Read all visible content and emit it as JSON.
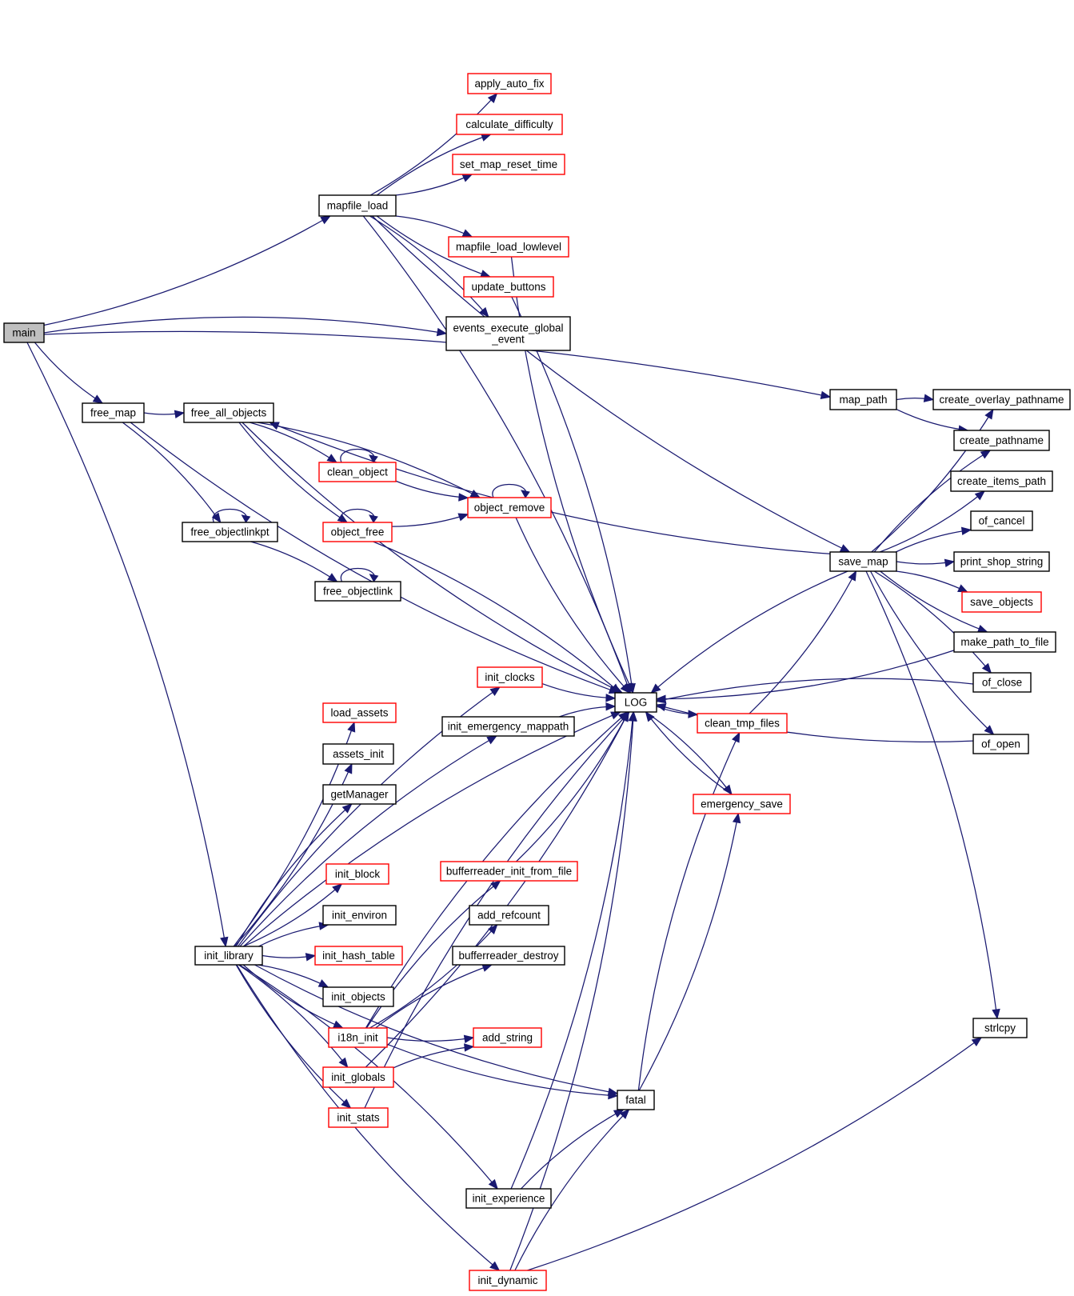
{
  "colors": {
    "edge": "#191970",
    "node_border": "#000000",
    "incomplete_node_border": "#ff0000",
    "root_fill": "#bfbfbf",
    "background": "#ffffff"
  },
  "nodes": {
    "main": {
      "label": "main",
      "style": "root"
    },
    "mapfile_load": {
      "label": "mapfile_load",
      "style": "black"
    },
    "apply_auto_fix": {
      "label": "apply_auto_fix",
      "style": "red"
    },
    "calculate_difficulty": {
      "label": "calculate_difficulty",
      "style": "red"
    },
    "set_map_reset_time": {
      "label": "set_map_reset_time",
      "style": "red"
    },
    "mapfile_load_lowlevel": {
      "label": "mapfile_load_lowlevel",
      "style": "red"
    },
    "update_buttons": {
      "label": "update_buttons",
      "style": "red"
    },
    "events_execute_global_event": {
      "label": "events_execute_global\n_event",
      "style": "black"
    },
    "free_map": {
      "label": "free_map",
      "style": "black"
    },
    "free_all_objects": {
      "label": "free_all_objects",
      "style": "black"
    },
    "clean_object": {
      "label": "clean_object",
      "style": "red"
    },
    "object_remove": {
      "label": "object_remove",
      "style": "red"
    },
    "object_free": {
      "label": "object_free",
      "style": "red"
    },
    "free_objectlinkpt": {
      "label": "free_objectlinkpt",
      "style": "black"
    },
    "free_objectlink": {
      "label": "free_objectlink",
      "style": "black"
    },
    "map_path": {
      "label": "map_path",
      "style": "black"
    },
    "create_overlay_pathname": {
      "label": "create_overlay_pathname",
      "style": "black"
    },
    "create_pathname": {
      "label": "create_pathname",
      "style": "black"
    },
    "create_items_path": {
      "label": "create_items_path",
      "style": "black"
    },
    "of_cancel": {
      "label": "of_cancel",
      "style": "black"
    },
    "save_map": {
      "label": "save_map",
      "style": "black"
    },
    "print_shop_string": {
      "label": "print_shop_string",
      "style": "black"
    },
    "save_objects": {
      "label": "save_objects",
      "style": "red"
    },
    "make_path_to_file": {
      "label": "make_path_to_file",
      "style": "black"
    },
    "of_close": {
      "label": "of_close",
      "style": "black"
    },
    "of_open": {
      "label": "of_open",
      "style": "black"
    },
    "LOG": {
      "label": "LOG",
      "style": "black"
    },
    "init_clocks": {
      "label": "init_clocks",
      "style": "red"
    },
    "load_assets": {
      "label": "load_assets",
      "style": "red"
    },
    "init_emergency_mappath": {
      "label": "init_emergency_mappath",
      "style": "black"
    },
    "clean_tmp_files": {
      "label": "clean_tmp_files",
      "style": "red"
    },
    "assets_init": {
      "label": "assets_init",
      "style": "black"
    },
    "getManager": {
      "label": "getManager",
      "style": "black"
    },
    "emergency_save": {
      "label": "emergency_save",
      "style": "red"
    },
    "init_block": {
      "label": "init_block",
      "style": "red"
    },
    "bufferreader_init_from_file": {
      "label": "bufferreader_init_from_file",
      "style": "red"
    },
    "init_environ": {
      "label": "init_environ",
      "style": "black"
    },
    "add_refcount": {
      "label": "add_refcount",
      "style": "black"
    },
    "init_library": {
      "label": "init_library",
      "style": "black"
    },
    "init_hash_table": {
      "label": "init_hash_table",
      "style": "red"
    },
    "bufferreader_destroy": {
      "label": "bufferreader_destroy",
      "style": "black"
    },
    "init_objects": {
      "label": "init_objects",
      "style": "black"
    },
    "strlcpy": {
      "label": "strlcpy",
      "style": "black"
    },
    "i18n_init": {
      "label": "i18n_init",
      "style": "red"
    },
    "add_string": {
      "label": "add_string",
      "style": "red"
    },
    "init_globals": {
      "label": "init_globals",
      "style": "red"
    },
    "fatal": {
      "label": "fatal",
      "style": "black"
    },
    "init_stats": {
      "label": "init_stats",
      "style": "red"
    },
    "init_experience": {
      "label": "init_experience",
      "style": "black"
    },
    "init_dynamic": {
      "label": "init_dynamic",
      "style": "red"
    }
  },
  "edges": [
    [
      "main",
      "map_path"
    ],
    [
      "main",
      "mapfile_load"
    ],
    [
      "main",
      "events_execute_global_event"
    ],
    [
      "main",
      "free_map"
    ],
    [
      "main",
      "init_library"
    ],
    [
      "mapfile_load",
      "apply_auto_fix"
    ],
    [
      "mapfile_load",
      "calculate_difficulty"
    ],
    [
      "mapfile_load",
      "set_map_reset_time"
    ],
    [
      "mapfile_load",
      "mapfile_load_lowlevel"
    ],
    [
      "mapfile_load",
      "update_buttons"
    ],
    [
      "mapfile_load",
      "events_execute_global_event"
    ],
    [
      "mapfile_load",
      "save_map"
    ],
    [
      "mapfile_load",
      "LOG"
    ],
    [
      "mapfile_load_lowlevel",
      "LOG"
    ],
    [
      "update_buttons",
      "LOG"
    ],
    [
      "free_map",
      "free_all_objects"
    ],
    [
      "free_map",
      "free_objectlinkpt"
    ],
    [
      "free_map",
      "LOG"
    ],
    [
      "free_all_objects",
      "clean_object"
    ],
    [
      "free_all_objects",
      "object_free"
    ],
    [
      "free_all_objects",
      "object_remove"
    ],
    [
      "free_all_objects",
      "LOG"
    ],
    [
      "clean_object",
      "clean_object"
    ],
    [
      "clean_object",
      "object_remove"
    ],
    [
      "object_remove",
      "object_remove"
    ],
    [
      "object_remove",
      "LOG"
    ],
    [
      "object_free",
      "object_free"
    ],
    [
      "object_free",
      "object_remove"
    ],
    [
      "object_free",
      "LOG"
    ],
    [
      "free_objectlinkpt",
      "free_objectlinkpt"
    ],
    [
      "free_objectlinkpt",
      "free_objectlink"
    ],
    [
      "free_objectlink",
      "free_objectlink"
    ],
    [
      "map_path",
      "create_overlay_pathname"
    ],
    [
      "map_path",
      "create_pathname"
    ],
    [
      "save_map",
      "free_all_objects"
    ],
    [
      "save_map",
      "create_overlay_pathname"
    ],
    [
      "save_map",
      "create_pathname"
    ],
    [
      "save_map",
      "create_items_path"
    ],
    [
      "save_map",
      "of_cancel"
    ],
    [
      "save_map",
      "print_shop_string"
    ],
    [
      "save_map",
      "save_objects"
    ],
    [
      "save_map",
      "make_path_to_file"
    ],
    [
      "save_map",
      "of_close"
    ],
    [
      "save_map",
      "of_open"
    ],
    [
      "save_map",
      "strlcpy"
    ],
    [
      "save_map",
      "LOG"
    ],
    [
      "make_path_to_file",
      "LOG"
    ],
    [
      "of_close",
      "LOG"
    ],
    [
      "of_open",
      "LOG"
    ],
    [
      "init_clocks",
      "LOG"
    ],
    [
      "init_emergency_mappath",
      "LOG"
    ],
    [
      "LOG",
      "clean_tmp_files"
    ],
    [
      "LOG",
      "emergency_save"
    ],
    [
      "clean_tmp_files",
      "save_map"
    ],
    [
      "emergency_save",
      "LOG"
    ],
    [
      "bufferreader_init_from_file",
      "LOG"
    ],
    [
      "init_library",
      "init_clocks"
    ],
    [
      "init_library",
      "load_assets"
    ],
    [
      "init_library",
      "init_emergency_mappath"
    ],
    [
      "init_library",
      "assets_init"
    ],
    [
      "init_library",
      "getManager"
    ],
    [
      "init_library",
      "init_block"
    ],
    [
      "init_library",
      "init_environ"
    ],
    [
      "init_library",
      "init_hash_table"
    ],
    [
      "init_library",
      "init_objects"
    ],
    [
      "init_library",
      "i18n_init"
    ],
    [
      "init_library",
      "init_globals"
    ],
    [
      "init_library",
      "init_stats"
    ],
    [
      "init_library",
      "init_experience"
    ],
    [
      "init_library",
      "init_dynamic"
    ],
    [
      "init_library",
      "LOG"
    ],
    [
      "init_library",
      "fatal"
    ],
    [
      "i18n_init",
      "bufferreader_init_from_file"
    ],
    [
      "i18n_init",
      "add_refcount"
    ],
    [
      "i18n_init",
      "bufferreader_destroy"
    ],
    [
      "i18n_init",
      "add_string"
    ],
    [
      "i18n_init",
      "LOG"
    ],
    [
      "i18n_init",
      "fatal"
    ],
    [
      "init_globals",
      "add_string"
    ],
    [
      "init_globals",
      "LOG"
    ],
    [
      "init_stats",
      "LOG"
    ],
    [
      "init_experience",
      "LOG"
    ],
    [
      "init_experience",
      "fatal"
    ],
    [
      "init_dynamic",
      "LOG"
    ],
    [
      "init_dynamic",
      "fatal"
    ],
    [
      "init_dynamic",
      "strlcpy"
    ],
    [
      "fatal",
      "clean_tmp_files"
    ],
    [
      "fatal",
      "emergency_save"
    ]
  ]
}
